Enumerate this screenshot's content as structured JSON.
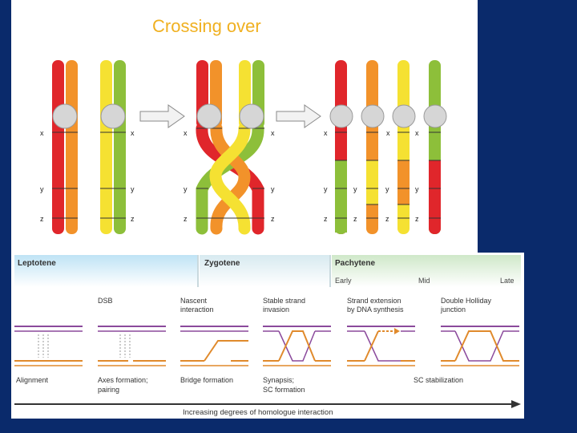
{
  "title": "Crossing over",
  "loci": {
    "x": "x",
    "y": "y",
    "z": "z"
  },
  "stages": {
    "leptotene": "Leptotene",
    "zygotene": "Zygotene",
    "pachytene": "Pachytene",
    "early": "Early",
    "mid": "Mid",
    "late": "Late"
  },
  "events": {
    "dsb": "DSB",
    "nascent_1": "Nascent",
    "nascent_2": "interaction",
    "stable_1": "Stable strand",
    "stable_2": "invasion",
    "extension_1": "Strand extension",
    "extension_2": "by DNA synthesis",
    "holliday_1": "Double Holliday",
    "holliday_2": "junction"
  },
  "processes": {
    "alignment": "Alignment",
    "axes_1": "Axes formation;",
    "axes_2": "pairing",
    "bridge": "Bridge formation",
    "synapsis_1": "Synapsis;",
    "synapsis_2": "SC formation",
    "sc_stabilization": "SC stabilization"
  },
  "footer": "Increasing degrees of homologue interaction",
  "colors": {
    "red": "#e0262b",
    "orange": "#f2922a",
    "yellow": "#f5e132",
    "green": "#8dbf3a",
    "background": "#0a2a6b",
    "title": "#f0b020",
    "purple": "#8b4a9c",
    "strand_orange": "#e08a2c"
  }
}
